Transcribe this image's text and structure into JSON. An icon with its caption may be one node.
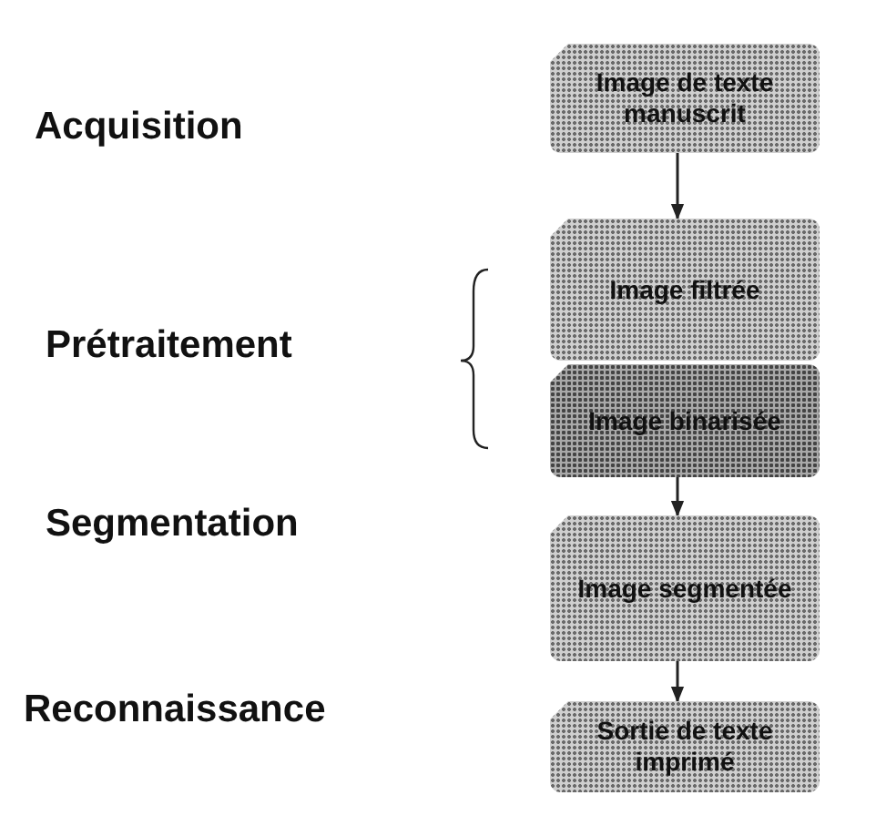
{
  "diagram": {
    "nodes": [
      {
        "text": [
          "Image de texte manuscrit"
        ]
      },
      {
        "text": [
          "Image filtrée"
        ]
      },
      {
        "text": [
          "Image binarisée"
        ]
      },
      {
        "text": [
          "Image segmentée"
        ]
      },
      {
        "text": [
          "Sortie de texte imprimé"
        ]
      }
    ],
    "edges": [
      {
        "from": 0,
        "to": 1,
        "arrow": "to"
      },
      {
        "from": 2,
        "to": 3,
        "arrow": "to"
      },
      {
        "from": 3,
        "to": 4,
        "arrow": "to"
      }
    ],
    "labels": [
      "Acquisition",
      "Prétraitement",
      "Segmentation",
      "Reconnaissance"
    ]
  }
}
